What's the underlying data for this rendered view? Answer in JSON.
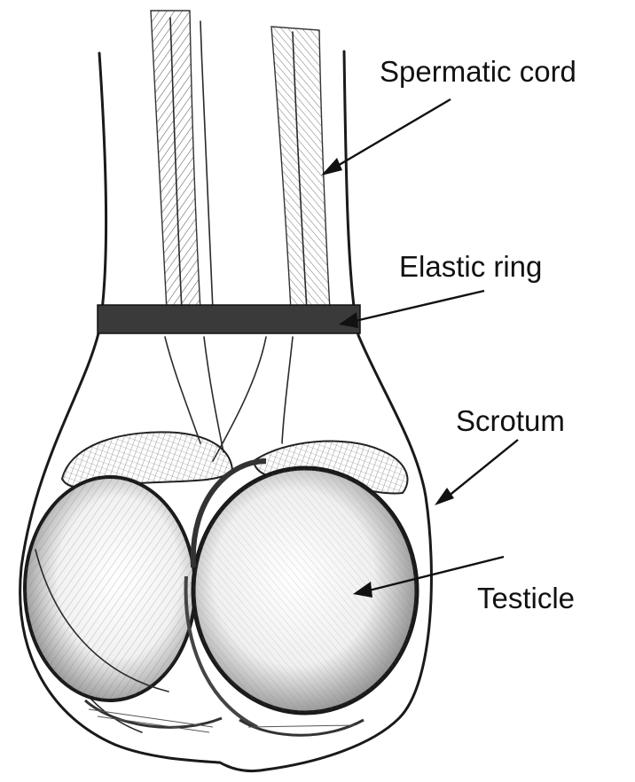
{
  "labels": {
    "spermatic_cord": "Spermatic cord",
    "elastic_ring": "Elastic ring",
    "scrotum": "Scrotum",
    "testicle": "Testicle"
  },
  "colors": {
    "ink": "#1a1a1a",
    "ring": "#3a3a3a",
    "shade": "#9a9a9a"
  }
}
